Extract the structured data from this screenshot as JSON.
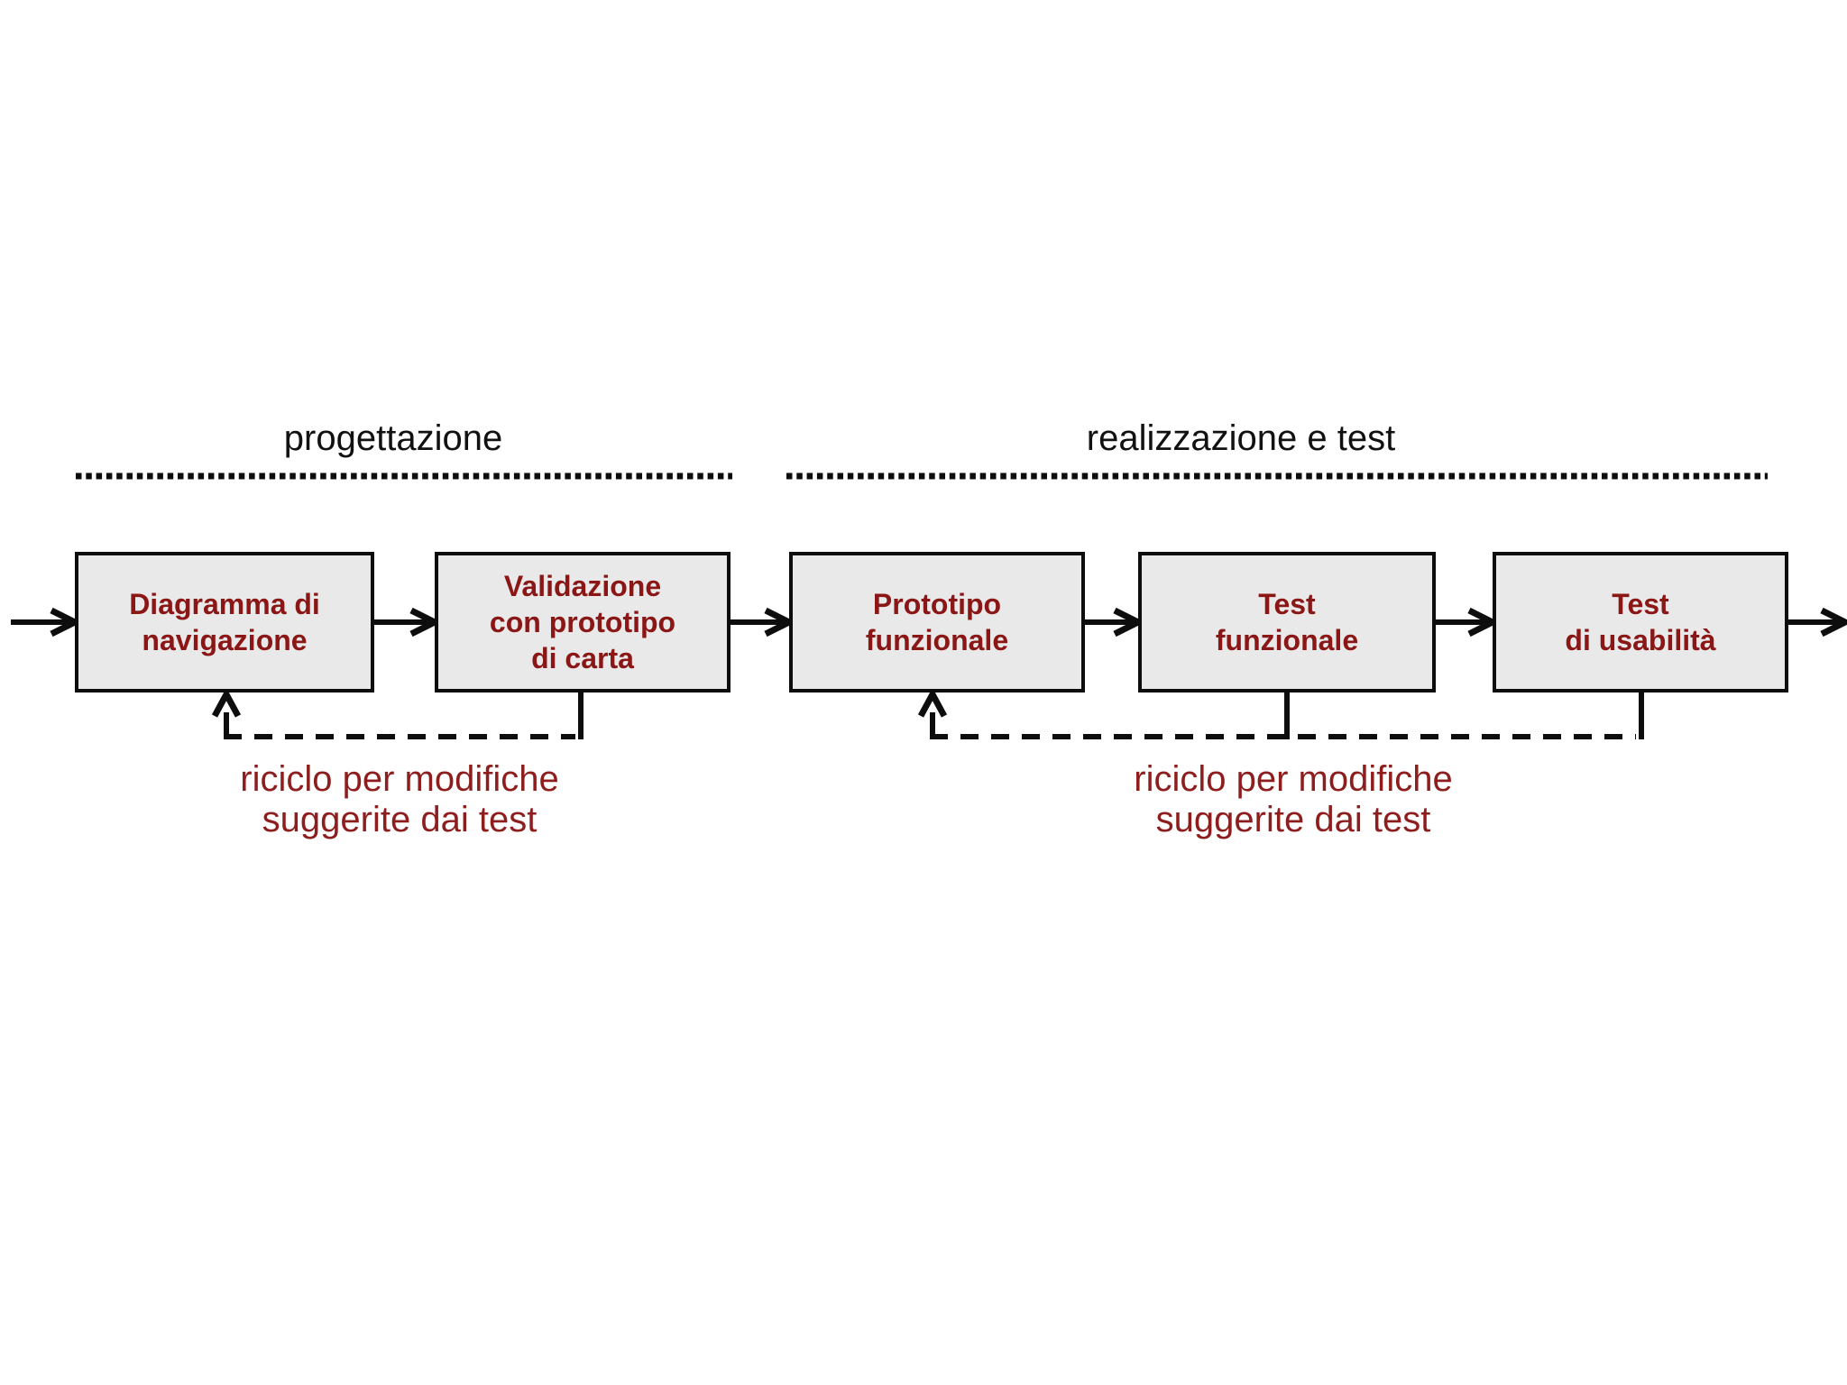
{
  "sections": [
    {
      "label": "progettazione"
    },
    {
      "label": "realizzazione e test"
    }
  ],
  "boxes": [
    {
      "label": "Diagramma di\nnavigazione"
    },
    {
      "label": "Validazione\ncon prototipo\ndi carta"
    },
    {
      "label": "Prototipo\nfunzionale"
    },
    {
      "label": "Test\nfunzionale"
    },
    {
      "label": "Test\ndi usabilità"
    }
  ],
  "notes": [
    {
      "text": "riciclo per modifiche\nsuggerite dai test"
    },
    {
      "text": "riciclo per modifiche\nsuggerite dai test"
    }
  ],
  "colors": {
    "line": "#0d0d0d",
    "box_fill": "#e9e9e9",
    "box_border": "#0d0d0d",
    "box_text": "#8b1616",
    "note_text": "#8e1e1e",
    "section_text": "#111111",
    "background": "#ffffff"
  }
}
